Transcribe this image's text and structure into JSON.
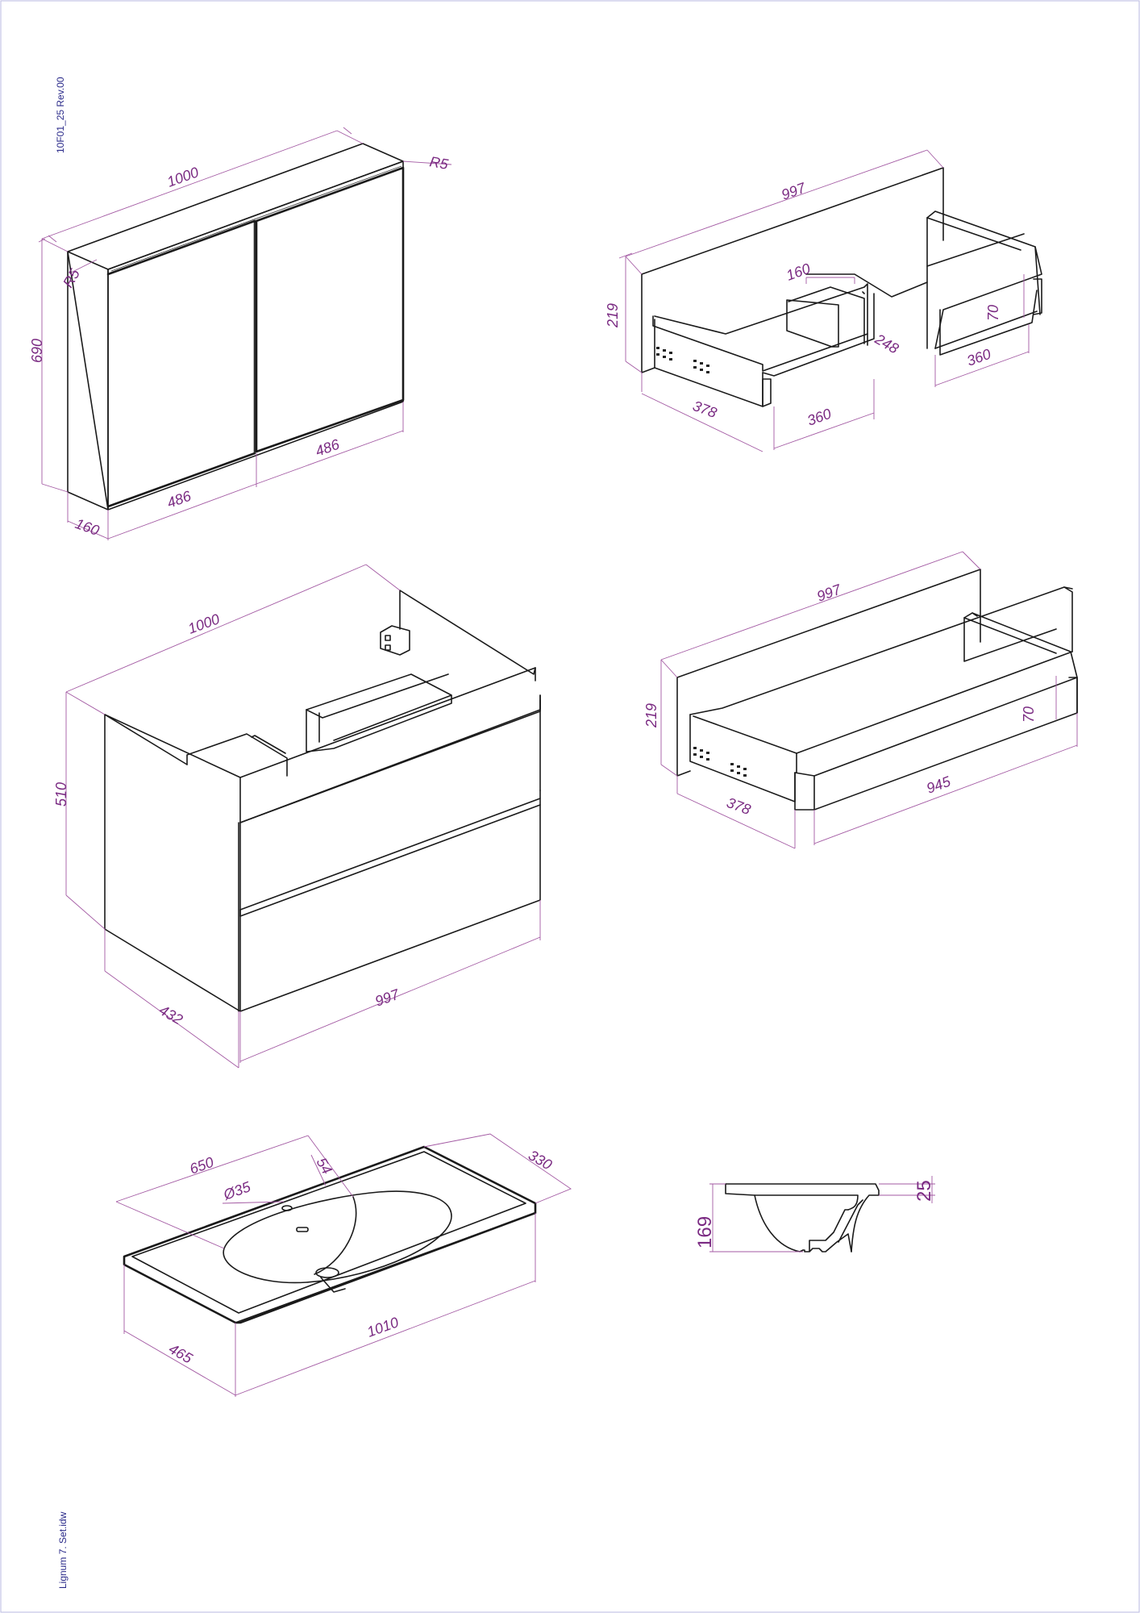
{
  "sheet": {
    "revision_label": "10F01_25  Rev.00",
    "file_label": "Lignum 7. Set.idw"
  },
  "colors": {
    "line": "#1a1a1a",
    "dimension": "#a35aa3",
    "dimension_text": "#7a2a82",
    "side_text": "#2b2b8a"
  },
  "mirror_cabinet": {
    "width": "1000",
    "height": "690",
    "depth": "160",
    "door_left": "486",
    "door_right": "486",
    "radius_top": "R5",
    "radius_left": "R5"
  },
  "drawer_top": {
    "width": "997",
    "height": "219",
    "depth": "378",
    "left_inner": "360",
    "right_inner": "360",
    "notch_width": "160",
    "notch_depth": "248",
    "side_height": "70"
  },
  "drawer_bottom": {
    "width": "997",
    "height": "219",
    "depth": "378",
    "inner_width": "945",
    "side_height": "70"
  },
  "vanity_unit": {
    "width": "1000",
    "height": "510",
    "depth": "432",
    "front_width": "997"
  },
  "washbasin": {
    "bowl_width": "650",
    "tap_hole": "Ø35",
    "tap_offset": "54",
    "bowl_depth": "330",
    "width": "1010",
    "depth": "465"
  },
  "basin_section": {
    "height": "169",
    "rim": "25"
  }
}
